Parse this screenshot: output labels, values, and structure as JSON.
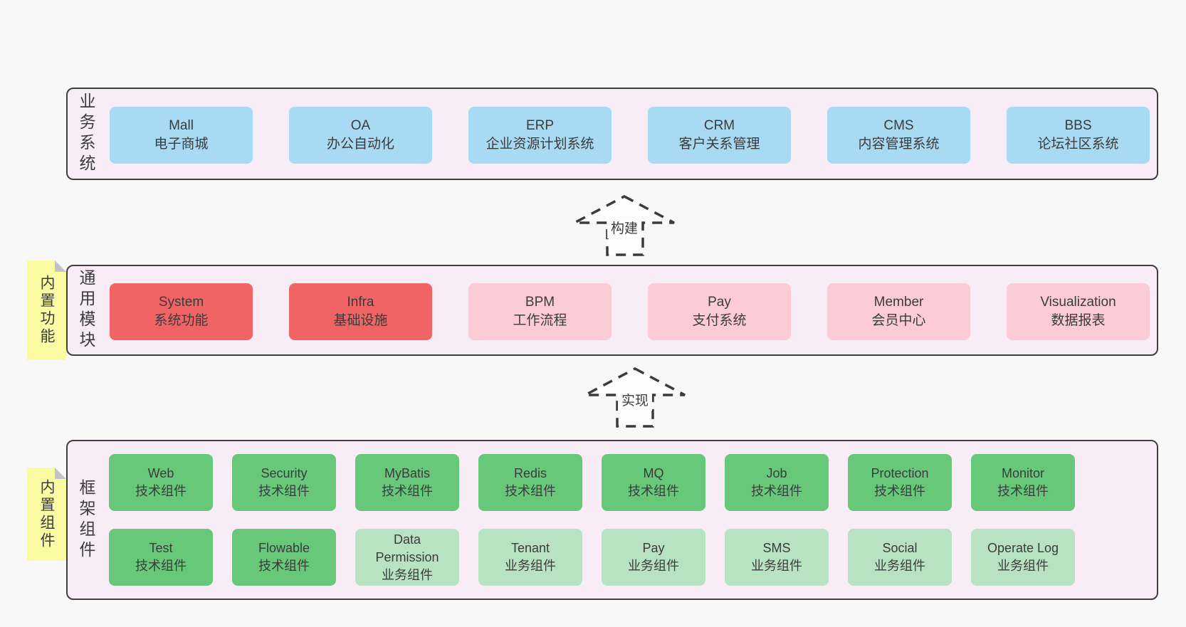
{
  "diagram_title": "",
  "colors": {
    "page_bg": "#f8f8f8",
    "layer_bg": "#f8edf6",
    "layer_border": "#3f3f3f",
    "business_system_blue": "#a8dbf3",
    "core_module_red": "#f16465",
    "optional_module_pink": "#fbccd5",
    "tech_component_green": "#67c87a",
    "biz_component_light_green": "#b8e3c3",
    "sticky_note_yellow": "#fbfba4",
    "text": "#3b3b3b"
  },
  "arrows": [
    {
      "label": "构建"
    },
    {
      "label": "实现"
    }
  ],
  "layers": [
    {
      "label": "业务系统",
      "boxes": [
        {
          "name": "Mall",
          "subtitle": "电子商城",
          "variant": "blue"
        },
        {
          "name": "OA",
          "subtitle": "办公自动化",
          "variant": "blue"
        },
        {
          "name": "ERP",
          "subtitle": "企业资源计划系统",
          "variant": "blue"
        },
        {
          "name": "CRM",
          "subtitle": "客户关系管理",
          "variant": "blue"
        },
        {
          "name": "CMS",
          "subtitle": "内容管理系统",
          "variant": "blue"
        },
        {
          "name": "BBS",
          "subtitle": "论坛社区系统",
          "variant": "blue"
        }
      ]
    },
    {
      "label": "通用模块",
      "sticky": "内置功能",
      "boxes": [
        {
          "name": "System",
          "subtitle": "系统功能",
          "variant": "red"
        },
        {
          "name": "Infra",
          "subtitle": "基础设施",
          "variant": "red"
        },
        {
          "name": "BPM",
          "subtitle": "工作流程",
          "variant": "pink"
        },
        {
          "name": "Pay",
          "subtitle": "支付系统",
          "variant": "pink"
        },
        {
          "name": "Member",
          "subtitle": "会员中心",
          "variant": "pink"
        },
        {
          "name": "Visualization",
          "subtitle": "数据报表",
          "variant": "pink"
        }
      ]
    },
    {
      "label": "框架组件",
      "sticky": "内置组件",
      "rows": [
        [
          {
            "name": "Web",
            "subtitle": "技术组件",
            "variant": "green"
          },
          {
            "name": "Security",
            "subtitle": "技术组件",
            "variant": "green"
          },
          {
            "name": "MyBatis",
            "subtitle": "技术组件",
            "variant": "green"
          },
          {
            "name": "Redis",
            "subtitle": "技术组件",
            "variant": "green"
          },
          {
            "name": "MQ",
            "subtitle": "技术组件",
            "variant": "green"
          },
          {
            "name": "Job",
            "subtitle": "技术组件",
            "variant": "green"
          },
          {
            "name": "Protection",
            "subtitle": "技术组件",
            "variant": "green"
          },
          {
            "name": "Monitor",
            "subtitle": "技术组件",
            "variant": "green"
          }
        ],
        [
          {
            "name": "Test",
            "subtitle": "技术组件",
            "variant": "green"
          },
          {
            "name": "Flowable",
            "subtitle": "技术组件",
            "variant": "green"
          },
          {
            "name": "Data Permission",
            "subtitle": "业务组件",
            "variant": "light-green"
          },
          {
            "name": "Tenant",
            "subtitle": "业务组件",
            "variant": "light-green"
          },
          {
            "name": "Pay",
            "subtitle": "业务组件",
            "variant": "light-green"
          },
          {
            "name": "SMS",
            "subtitle": "业务组件",
            "variant": "light-green"
          },
          {
            "name": "Social",
            "subtitle": "业务组件",
            "variant": "light-green"
          },
          {
            "name": "Operate Log",
            "subtitle": "业务组件",
            "variant": "light-green"
          }
        ]
      ]
    }
  ]
}
